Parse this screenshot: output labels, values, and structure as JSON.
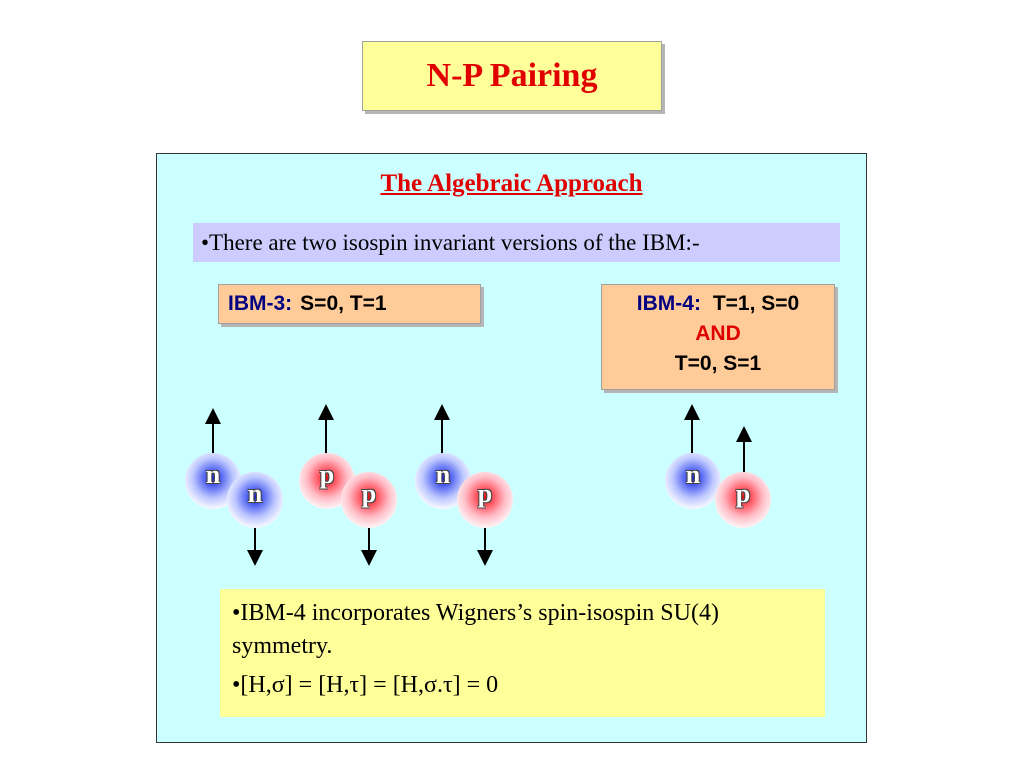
{
  "slide": {
    "title": "N-P Pairing",
    "subtitle": "The Algebraic Approach",
    "intro_bullet": "•There are two isospin invariant versions of the IBM:-",
    "ibm3": {
      "name": "IBM-3:",
      "params": "S=0, T=1"
    },
    "ibm4": {
      "name": "IBM-4:",
      "params_line1": "T=1, S=0",
      "and": "AND",
      "params_line2": "T=0, S=1"
    },
    "nucleon_labels": {
      "neutron": "n",
      "proton": "p"
    },
    "bullets": [
      "•IBM-4 incorporates Wigners’s spin-isospin SU(4) symmetry.",
      "•[H,σ] = [H,τ] = [H,σ.τ] = 0"
    ]
  },
  "colors": {
    "title_red": "#e00000",
    "title_box": "#ffff99",
    "panel_bg": "#ccffff",
    "intro_box": "#ccccff",
    "model_box": "#ffcc99",
    "model_name": "#000080",
    "neutron_blue": "#1a1acc",
    "proton_red": "#e01010"
  }
}
